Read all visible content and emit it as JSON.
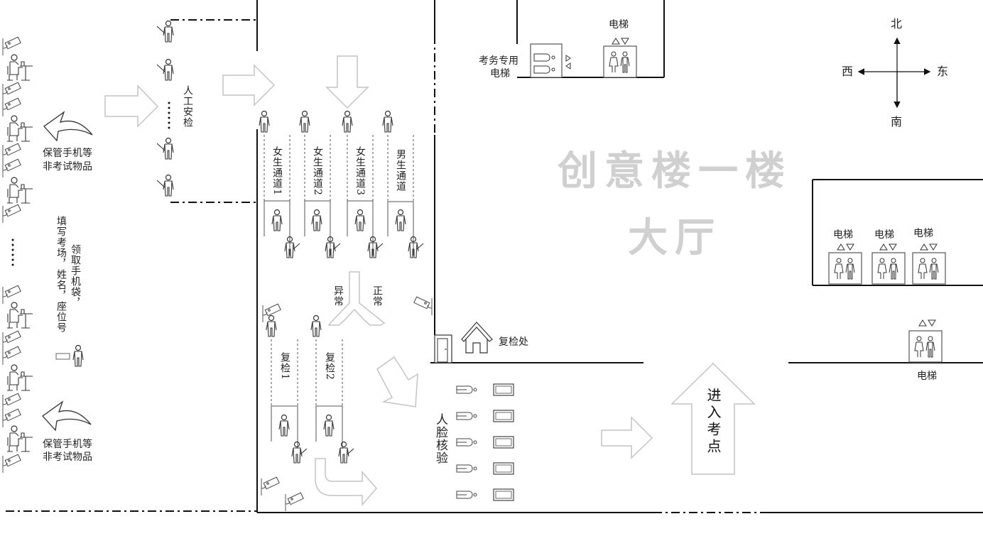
{
  "title": {
    "line1": "创意楼一楼",
    "line2": "大厅"
  },
  "compass": {
    "north": "北",
    "south": "南",
    "east": "东",
    "west": "西"
  },
  "left_area": {
    "storage_label_top": {
      "line1": "保管手机等",
      "line2": "非考试物品"
    },
    "storage_label_bottom": {
      "line1": "保管手机等",
      "line2": "非考试物品"
    },
    "fill_info": "填写考场，姓名，座位号",
    "get_bag": "领取手机袋，",
    "dots": "……"
  },
  "manual_check": {
    "label": "人工安检",
    "dots": "……"
  },
  "channels": [
    {
      "label": "女生通道1"
    },
    {
      "label": "女生通道2"
    },
    {
      "label": "女生通道3"
    },
    {
      "label": "男生通道"
    }
  ],
  "split": {
    "abnormal": "异常",
    "normal": "正常"
  },
  "recheck_channels": [
    {
      "label": "复检1"
    },
    {
      "label": "复检2"
    }
  ],
  "recheck_office": "复检处",
  "face_check": "人脸核验",
  "enter": "进入考点",
  "elevators": {
    "exam_elevator": {
      "line1": "考务专用",
      "line2": "电梯"
    },
    "north_elevator": "电梯",
    "east_elevators": [
      "电梯",
      "电梯",
      "电梯"
    ],
    "south_east_elevator": "电梯"
  },
  "colors": {
    "wall": "#111111",
    "arrow_outline": "#c8c8c8",
    "watermark": "#d0d0d0",
    "icon": "#333333"
  }
}
